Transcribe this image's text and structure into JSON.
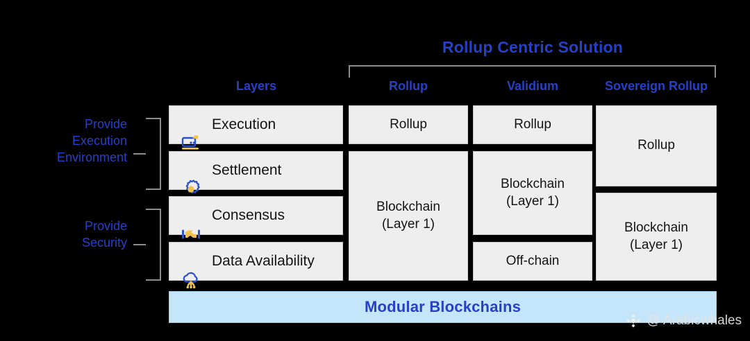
{
  "diagram": {
    "title": "Rollup Centric Solution",
    "bottom_bar_label": "Modular Blockchains",
    "column_headers": {
      "layers": "Layers",
      "rollup": "Rollup",
      "validium": "Validium",
      "sovereign": "Sovereign Rollup"
    },
    "group_labels": {
      "execution_environment": "Provide\nExecution\nEnvironment",
      "security": "Provide\nSecurity"
    },
    "layers": [
      {
        "label": "Execution",
        "icon": "laptop-icon"
      },
      {
        "label": "Settlement",
        "icon": "gear-icon"
      },
      {
        "label": "Consensus",
        "icon": "handshake-icon"
      },
      {
        "label": "Data Availability",
        "icon": "cloud-data-icon"
      }
    ],
    "columns": {
      "rollup": [
        {
          "label": "Rollup",
          "rows": 1
        },
        {
          "label": "Blockchain\n(Layer 1)",
          "rows": 3
        }
      ],
      "validium": [
        {
          "label": "Rollup",
          "rows": 1
        },
        {
          "label": "Blockchain\n(Layer 1)",
          "rows": 2
        },
        {
          "label": "Off-chain",
          "rows": 1
        }
      ],
      "sovereign": [
        {
          "label": "Rollup",
          "rows": 2
        },
        {
          "label": "Blockchain\n(Layer 1)",
          "rows": 2
        }
      ]
    },
    "colors": {
      "background": "#000000",
      "accent_blue": "#2740c8",
      "cell_fill": "#eeeeee",
      "bottom_bar_fill": "#c5e5fb",
      "bracket_gray": "#8d8d8d",
      "icon_blue": "#2952cc",
      "icon_yellow": "#f0c24b"
    }
  },
  "watermark": {
    "handle": "@ Arabicwhales",
    "logo": "diamond-logo"
  }
}
